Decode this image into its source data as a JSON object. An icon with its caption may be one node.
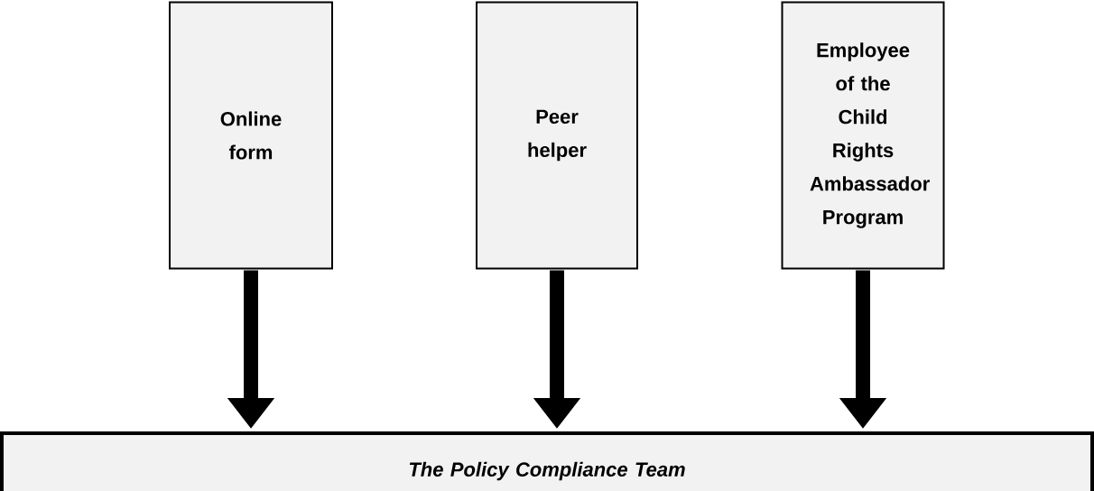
{
  "diagram": {
    "nodes": [
      {
        "text": [
          "Online form"
        ]
      },
      {
        "text": [
          "Peer helper"
        ]
      },
      {
        "text": [
          "Employee of the Child Rights Ambassador Program"
        ]
      },
      {
        "text": [
          "The Policy Compliance Team"
        ]
      }
    ],
    "edges": [
      {
        "from": 0,
        "to": 3,
        "arrow": "to"
      },
      {
        "from": 1,
        "to": 3,
        "arrow": "to"
      },
      {
        "from": 2,
        "to": 3,
        "arrow": "to"
      }
    ]
  }
}
